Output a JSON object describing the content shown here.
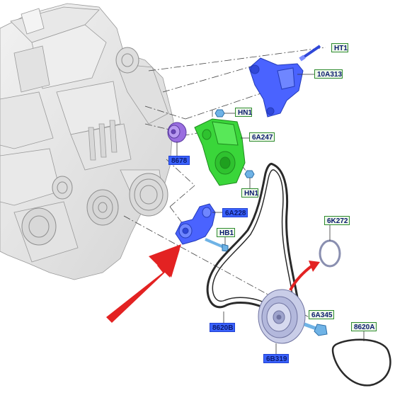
{
  "diagram": {
    "labels": {
      "ht1": "HT1",
      "p10a313": "10A313",
      "hn1_top": "HN1",
      "p6a247": "6A247",
      "p8678": "8678",
      "hn1_bottom": "HN1",
      "p6a228": "6A228",
      "hb1": "HB1",
      "p6k272": "6K272",
      "p6a345": "6A345",
      "p8620b": "8620B",
      "p8620a": "8620A",
      "p6b319": "6B319"
    },
    "colors": {
      "green_part": "#3ad63a",
      "blue_part": "#4a63ff",
      "purple_part": "#9a6ee0",
      "pulley": "#c9cde8",
      "arrow": "#e32222",
      "belt": "#2a2a2a",
      "label_green_border": "#2e8b2e",
      "label_blue_fill": "#3b63ff"
    },
    "icons": [
      "red-pointer-arrow",
      "red-curved-arrow"
    ]
  }
}
